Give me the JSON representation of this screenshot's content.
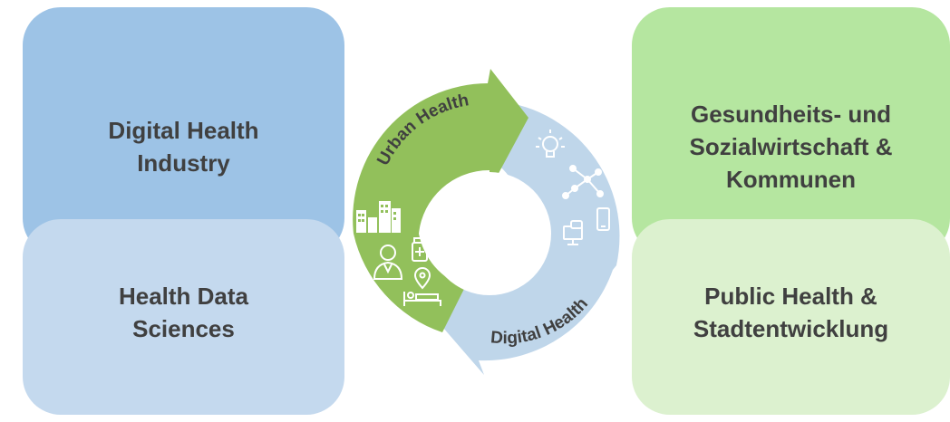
{
  "boxes": {
    "top_left": "Digital Health\nIndustry",
    "bottom_left": "Health Data\nSciences",
    "top_right": "Gesundheits- und\nSozialwirtschaft &\nKommunen",
    "bottom_right": "Public Health &\nStadtentwicklung"
  },
  "cycle": {
    "arrow_green_label": "Urban Health",
    "arrow_blue_label": "Digital Health"
  },
  "colors": {
    "blue_dark": "#9dc3e6",
    "blue_light": "#c4d9ee",
    "green_dark": "#b5e6a0",
    "green_light": "#dcf1cf",
    "arrow_green": "#92c05b",
    "arrow_blue": "#bfd6ea",
    "text": "#404040"
  },
  "icons": [
    "buildings-icon",
    "doctor-icon",
    "medicine-bottle-icon",
    "hospital-bed-icon",
    "location-pin-icon",
    "lightbulb-icon",
    "network-icon",
    "smartphone-icon",
    "telemedicine-icon"
  ]
}
